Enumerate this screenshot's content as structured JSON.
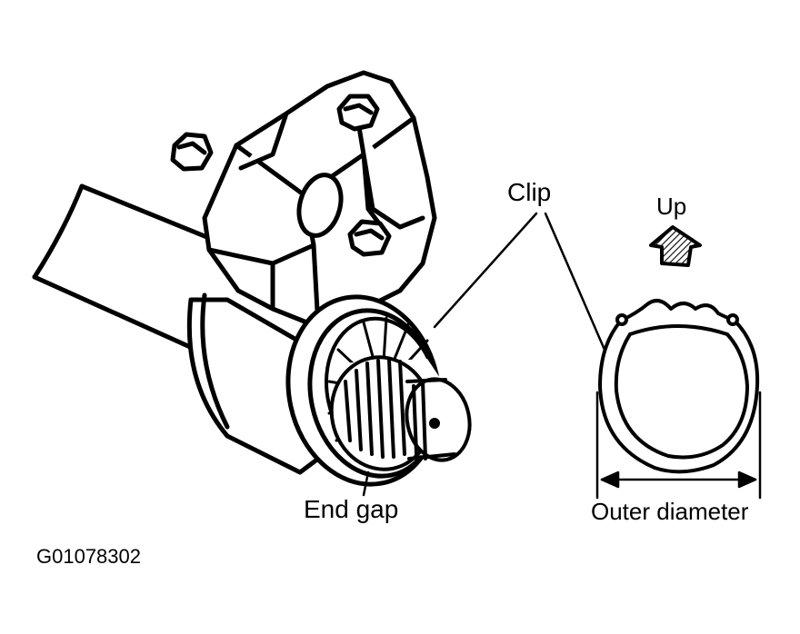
{
  "labels": {
    "clip": "Clip",
    "up": "Up",
    "end_gap": "End gap",
    "outer_diameter": "Outer diameter",
    "figure_id": "G01078302"
  },
  "colors": {
    "ink": "#000000",
    "background": "#ffffff",
    "arrow_fill": "#555555"
  }
}
